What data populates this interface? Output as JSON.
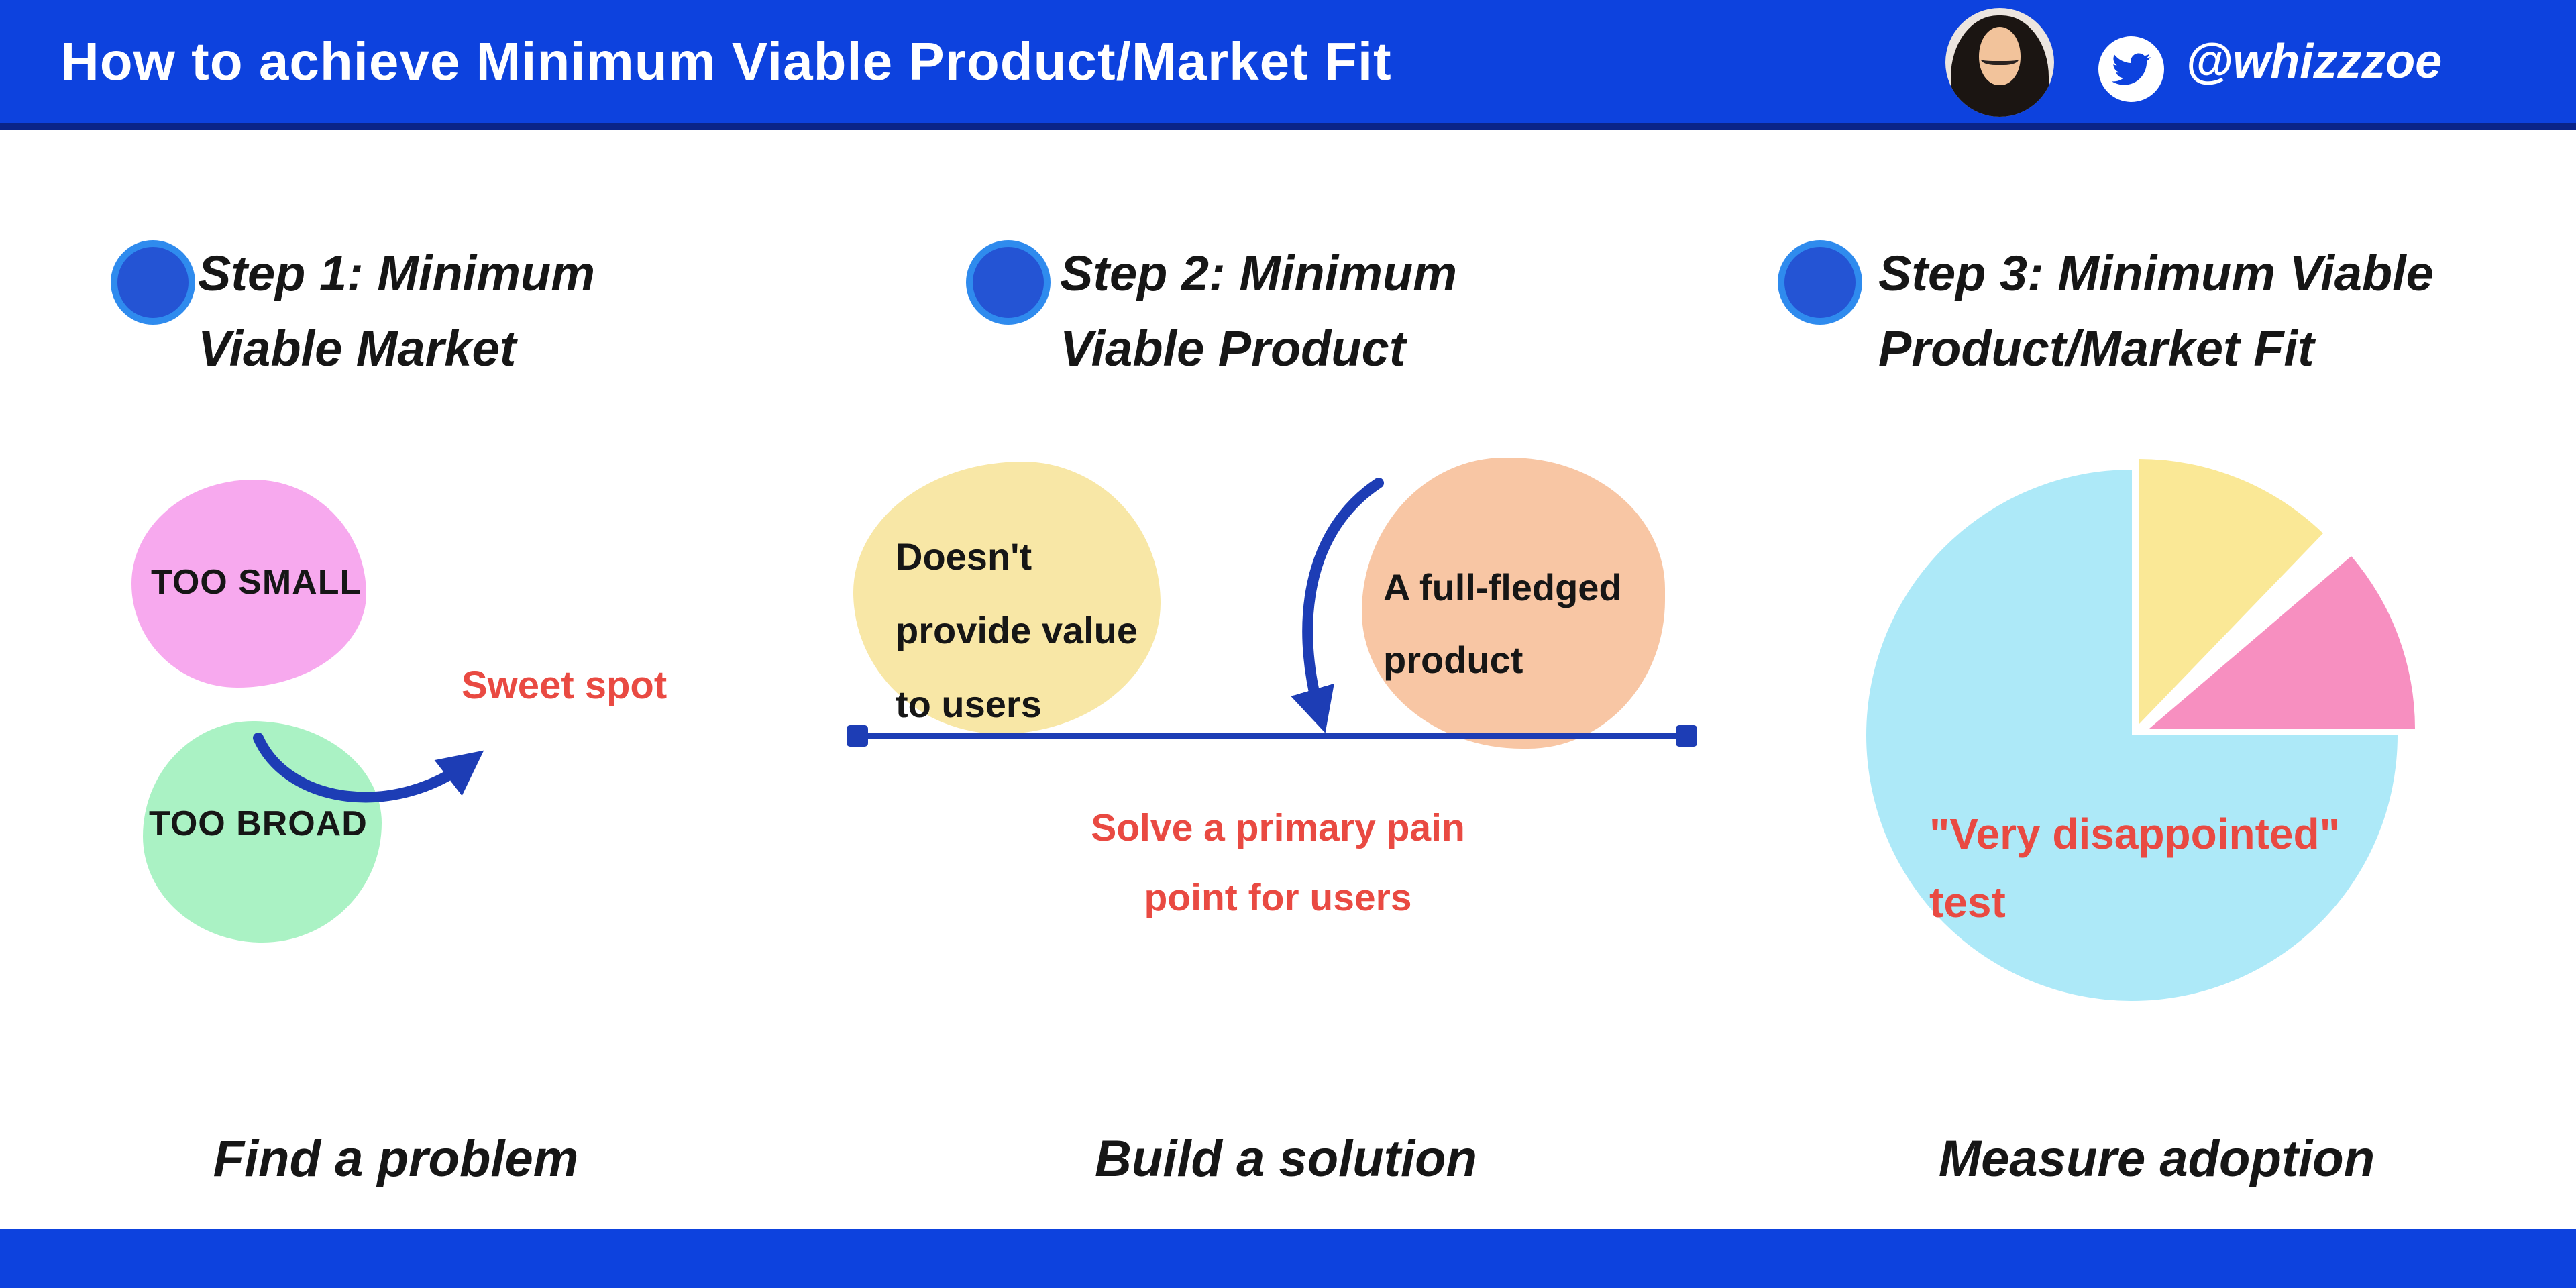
{
  "header": {
    "title": "How to achieve Minimum Viable Product/Market Fit",
    "twitter_handle": "@whizzzoe"
  },
  "steps": [
    {
      "heading_line1": "Step 1: Minimum",
      "heading_line2": "Viable Market",
      "caption": "Find a problem"
    },
    {
      "heading_line1": "Step 2: Minimum",
      "heading_line2": "Viable Product",
      "caption": "Build a solution"
    },
    {
      "heading_line1": "Step 3: Minimum Viable",
      "heading_line2": "Product/Market Fit",
      "caption": "Measure adoption"
    }
  ],
  "step1": {
    "blob_too_small": "TOO SMALL",
    "blob_too_broad": "TOO BROAD",
    "annotation": "Sweet spot"
  },
  "step2": {
    "blob_left_line1": "Doesn't",
    "blob_left_line2": "provide value",
    "blob_left_line3": "to users",
    "blob_right_line1": "A full-fledged",
    "blob_right_line2": "product",
    "annotation_line1": "Solve a primary pain",
    "annotation_line2": "point for users"
  },
  "step3": {
    "annotation_line1": "\"Very disappointed\"",
    "annotation_line2": "test"
  },
  "chart_data": {
    "type": "pie",
    "series": [
      {
        "name": "cyan-slice",
        "percent": 75,
        "color": "#ade9f8"
      },
      {
        "name": "yellow-slice",
        "percent": 12,
        "color": "#fae896"
      },
      {
        "name": "pink-slice",
        "percent": 13,
        "color": "#f78fc0"
      }
    ],
    "annotation": "\"Very disappointed\" test",
    "legend": "none",
    "start_angle_deg": 0,
    "exploded_slices": [
      "yellow-slice",
      "pink-slice"
    ]
  },
  "colors": {
    "header_bg": "#0d42de",
    "header_underline": "#0a2488",
    "step_dot_fill": "#2454d4",
    "step_dot_ring": "#2f8bee",
    "arrow_blue": "#1d3db5",
    "blob_pink": "#f7a9ee",
    "blob_green": "#aaf2c4",
    "blob_yellow": "#f8e7a6",
    "blob_orange": "#f8c6a4",
    "pie_cyan": "#ade9f8",
    "pie_yellow": "#fae896",
    "pie_pink": "#f78fc0",
    "accent_red": "#e94a42",
    "text_black": "#161616"
  }
}
